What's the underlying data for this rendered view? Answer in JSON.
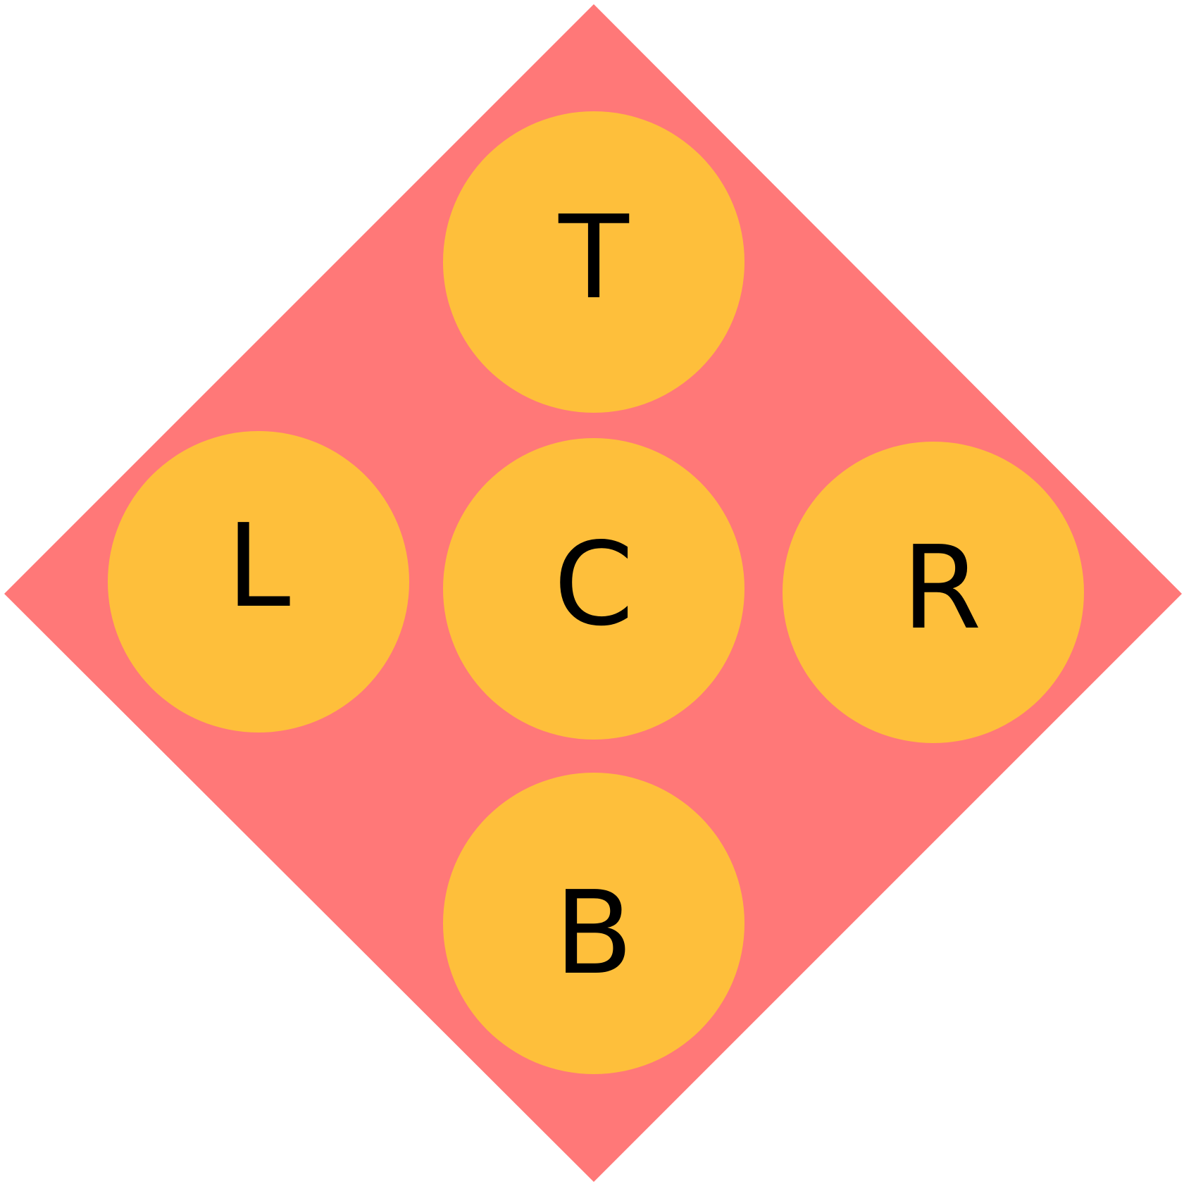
{
  "colors": {
    "background": "#ffffff",
    "diamond_fill": "#ff7878",
    "circle_fill": "#febf3b",
    "label_color": "#000000"
  },
  "nodes": {
    "top": {
      "label": "T"
    },
    "left": {
      "label": "L"
    },
    "center": {
      "label": "C"
    },
    "right": {
      "label": "R"
    },
    "bottom": {
      "label": "B"
    }
  }
}
